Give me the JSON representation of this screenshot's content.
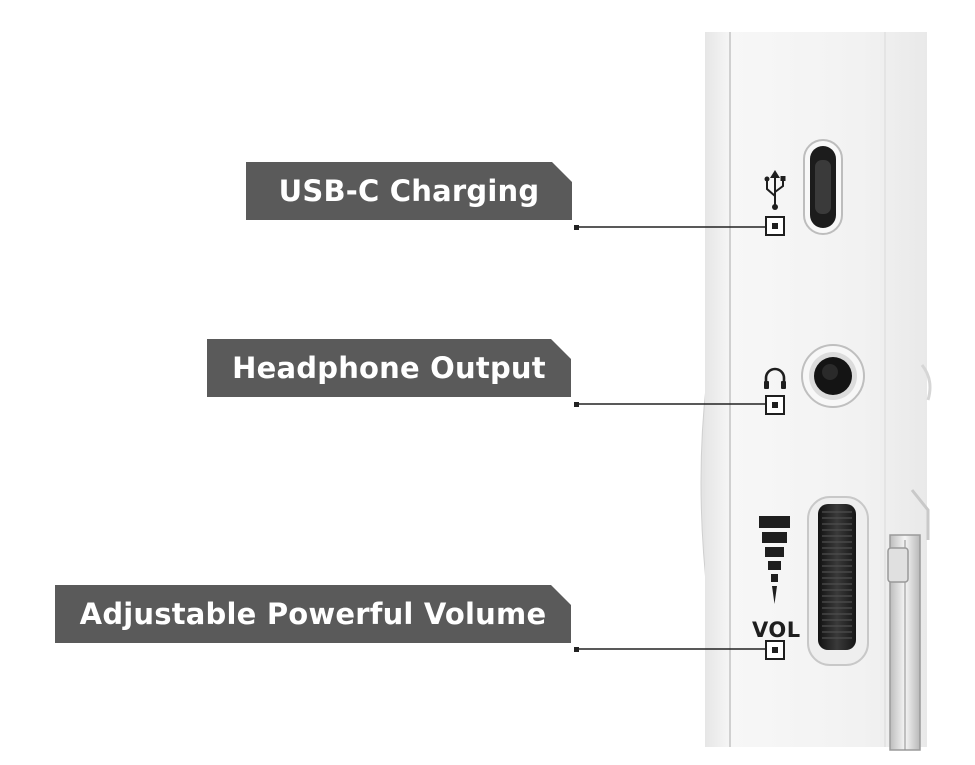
{
  "callouts": [
    {
      "label": "USB-C Charging",
      "icon": "usb-icon"
    },
    {
      "label": "Headphone Output",
      "icon": "headphone-icon"
    },
    {
      "label": "Adjustable Powerful Volume",
      "icon": "volume-level-icon"
    }
  ],
  "device": {
    "volume_marking": "VOL",
    "body_color": "#f2f2f2",
    "label_color": "#5a5a5a"
  }
}
